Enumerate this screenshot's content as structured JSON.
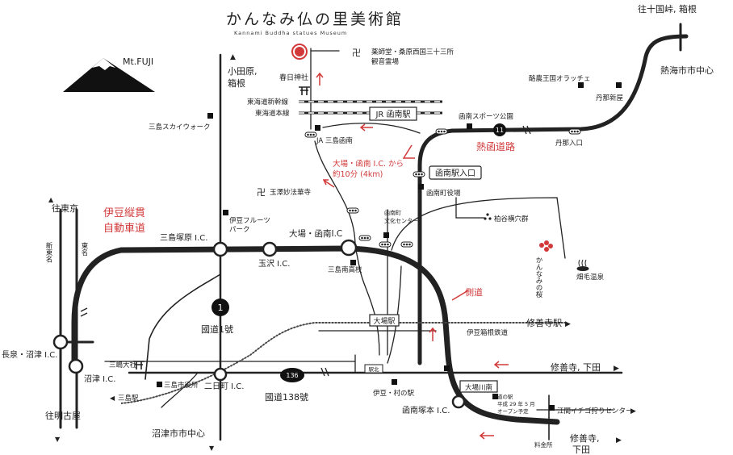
{
  "title": "かんなみ仏の里美術館",
  "subtitle": "Kannami Buddha statues Museum",
  "colors": {
    "road": "#222222",
    "accent": "#d23a3a"
  },
  "labels": {
    "fuji": "Mt.FUJI",
    "odawara1": "小田原,",
    "odawara2": "箱根",
    "toward_jukkoku": "往十国峠, 箱根",
    "atami": "熱海市市中心",
    "yakushido1": "薬師堂・桑原西国三十三所",
    "yakushido2": "観音霊場",
    "kasuga": "春日神社",
    "shinkansen": "東海道新幹線",
    "tokaido": "東海道本線",
    "jr_kannami": "JR 函南駅",
    "kannami_sports": "函南スポーツ公園",
    "dairy": "酪農王国オラッチェ",
    "tanna_farm": "丹那新屋",
    "mishima_skywalk": "三島スカイウォーク",
    "ja": "JA 三島函南",
    "atami_road": "熱函道路",
    "tanna_entrance": "丹那入口",
    "route_note1": "大場・函南 I.C. から",
    "route_note2": "約10分 (4km)",
    "kannami_st_entrance": "函南駅入口",
    "tamasawa_temple": "玉澤妙法華寺",
    "town_office": "函南町役場",
    "kashiwa_cave": "柏谷横穴群",
    "culture_center1": "函南町",
    "culture_center2": "文化センター",
    "izu_expressway1": "伊豆縦貫",
    "izu_expressway2": "自動車道",
    "to_tokyo": "往東京",
    "shin_tomei": "新東名",
    "tomei": "東名",
    "izu_fruit1": "伊豆フルーツ",
    "izu_fruit2": "パーク",
    "mishima_tsukahara_ic": "三島塚原 I.C.",
    "oba_kannami_ic": "大場・函南I.C",
    "tamasawa_ic": "玉沢 I.C.",
    "mishima_minami_hs": "三島南高校",
    "kannami_sakura1": "かんなみの桜",
    "hatake_onsen": "畑毛温泉",
    "side_road": "側道",
    "route1_shield": "1",
    "route1": "國道1號",
    "oba_station": "大場駅",
    "shuzenji_station": "修善寺駅",
    "izuhakone_rail": "伊豆箱根鉄道",
    "nagaizumi_ic": "長泉・沼津 I.C.",
    "numazu_ic": "沼津 I.C.",
    "mishima_taisha": "三嶋大社",
    "shuzenji_shimoda": "修善寺, 下田",
    "mishima_city_hall": "三島市役所",
    "futsukamachi_ic": "二日町 I.C.",
    "route136_shield": "136",
    "route138": "國道138號",
    "ekimae": "駅北",
    "izu_village": "伊豆・村の駅",
    "oba_kawaminami": "大場川南",
    "michinoeki1": "道の駅",
    "michinoeki2": "平成 29 年 5 月",
    "michinoeki3": "オープン予定",
    "kannami_tsukamoto_ic": "函南塚本 I.C.",
    "strawberry": "江間イチゴ狩りセンター",
    "mishima_station": "三島駅",
    "to_nagoya": "往明古屋",
    "numazu_center": "沼津市市中心",
    "toll": "料金所",
    "shuzenji_shimoda2a": "修善寺,",
    "shuzenji_shimoda2b": "下田"
  }
}
